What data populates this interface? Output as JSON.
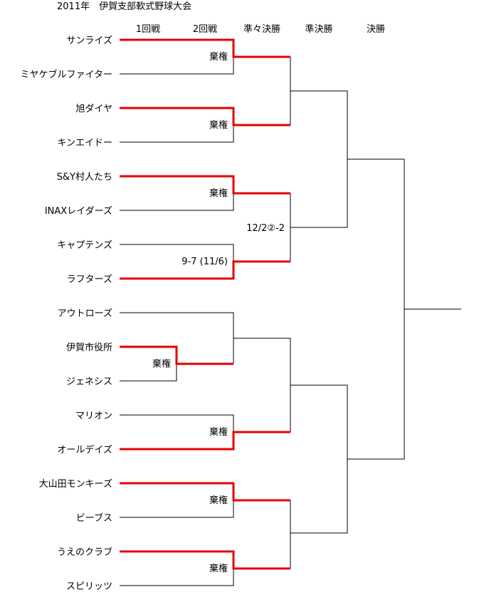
{
  "title": "2011年　伊賀支部軟式野球大会",
  "rounds": [
    "1回戦",
    "2回戦",
    "準々決勝",
    "準決勝",
    "決勝"
  ],
  "teams": [
    "サンライズ",
    "ミヤケブルファイター",
    "旭ダイヤ",
    "キンエイドー",
    "S&Y村人たち",
    "INAXレイダーズ",
    "キャプテンズ",
    "ラフターズ",
    "アウトローズ",
    "伊賀市役所",
    "ジェネシス",
    "マリオン",
    "オールデイズ",
    "大山田モンキーズ",
    "ビーブス",
    "うえのクラブ",
    "スピリッツ"
  ],
  "results": {
    "r1_g1": "棄権",
    "r2_g1": "棄権",
    "r2_g2": "棄権",
    "r2_g3": "棄権",
    "r2_g4": "9-7 (11/6)",
    "r2_g6": "棄権",
    "r2_g7": "棄権",
    "r2_g8": "棄権",
    "qf_g2": "12/2②-2"
  },
  "colors": {
    "winner_line": "#e60000",
    "line": "#000000"
  }
}
